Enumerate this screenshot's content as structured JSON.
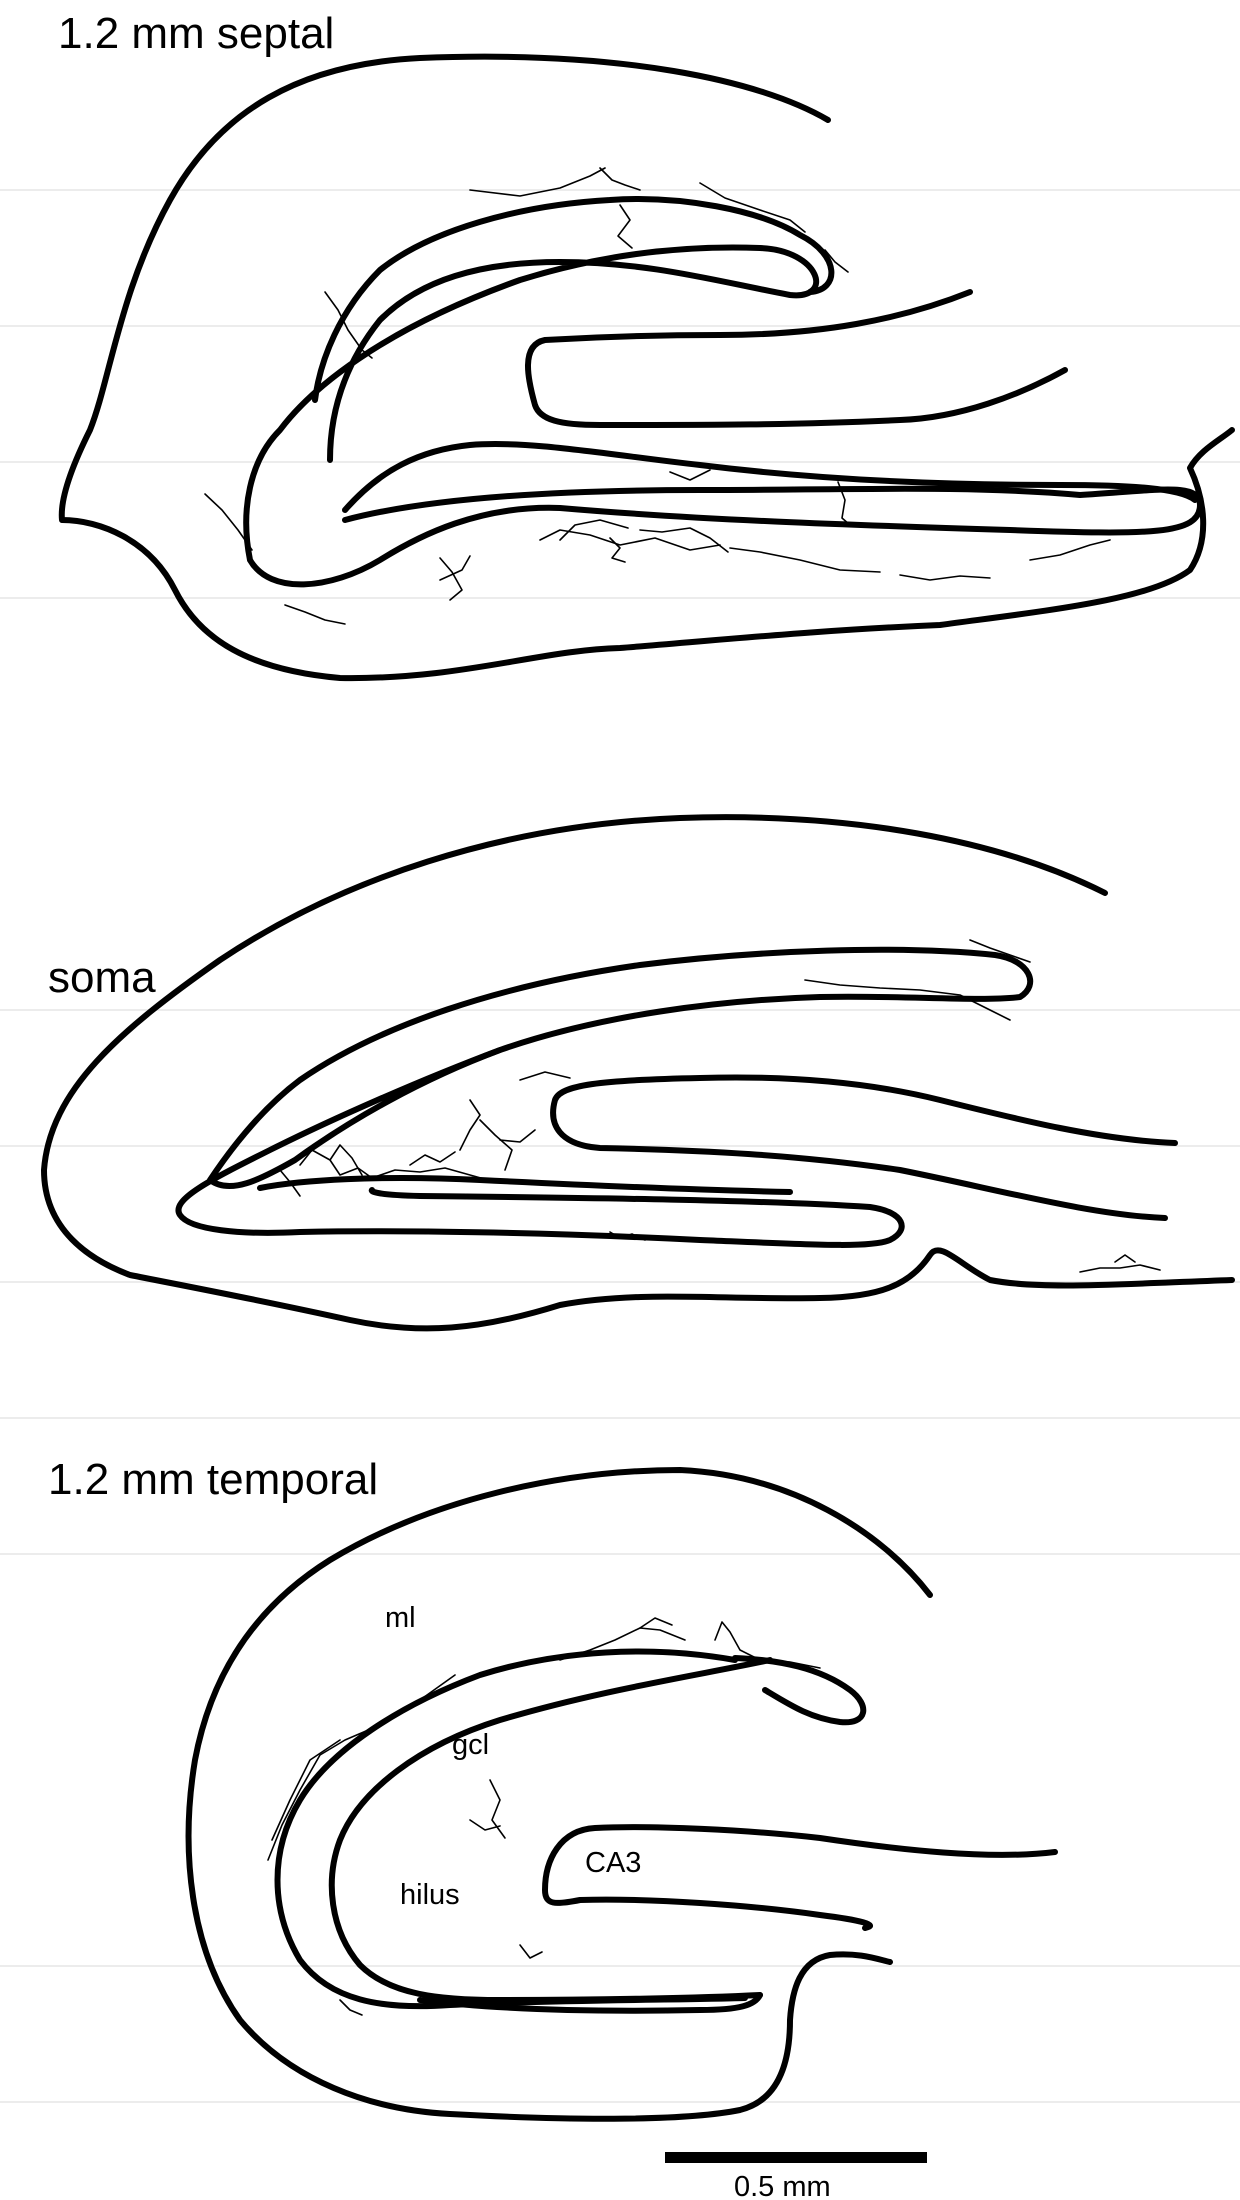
{
  "panels": {
    "septal": {
      "label": "1.2 mm septal"
    },
    "soma": {
      "label": "soma"
    },
    "temporal": {
      "label": "1.2 mm temporal",
      "regions": {
        "ml": "ml",
        "gcl": "gcl",
        "hilus": "hilus",
        "ca3": "CA3"
      }
    }
  },
  "scale_bar": {
    "label": "0.5 mm"
  }
}
